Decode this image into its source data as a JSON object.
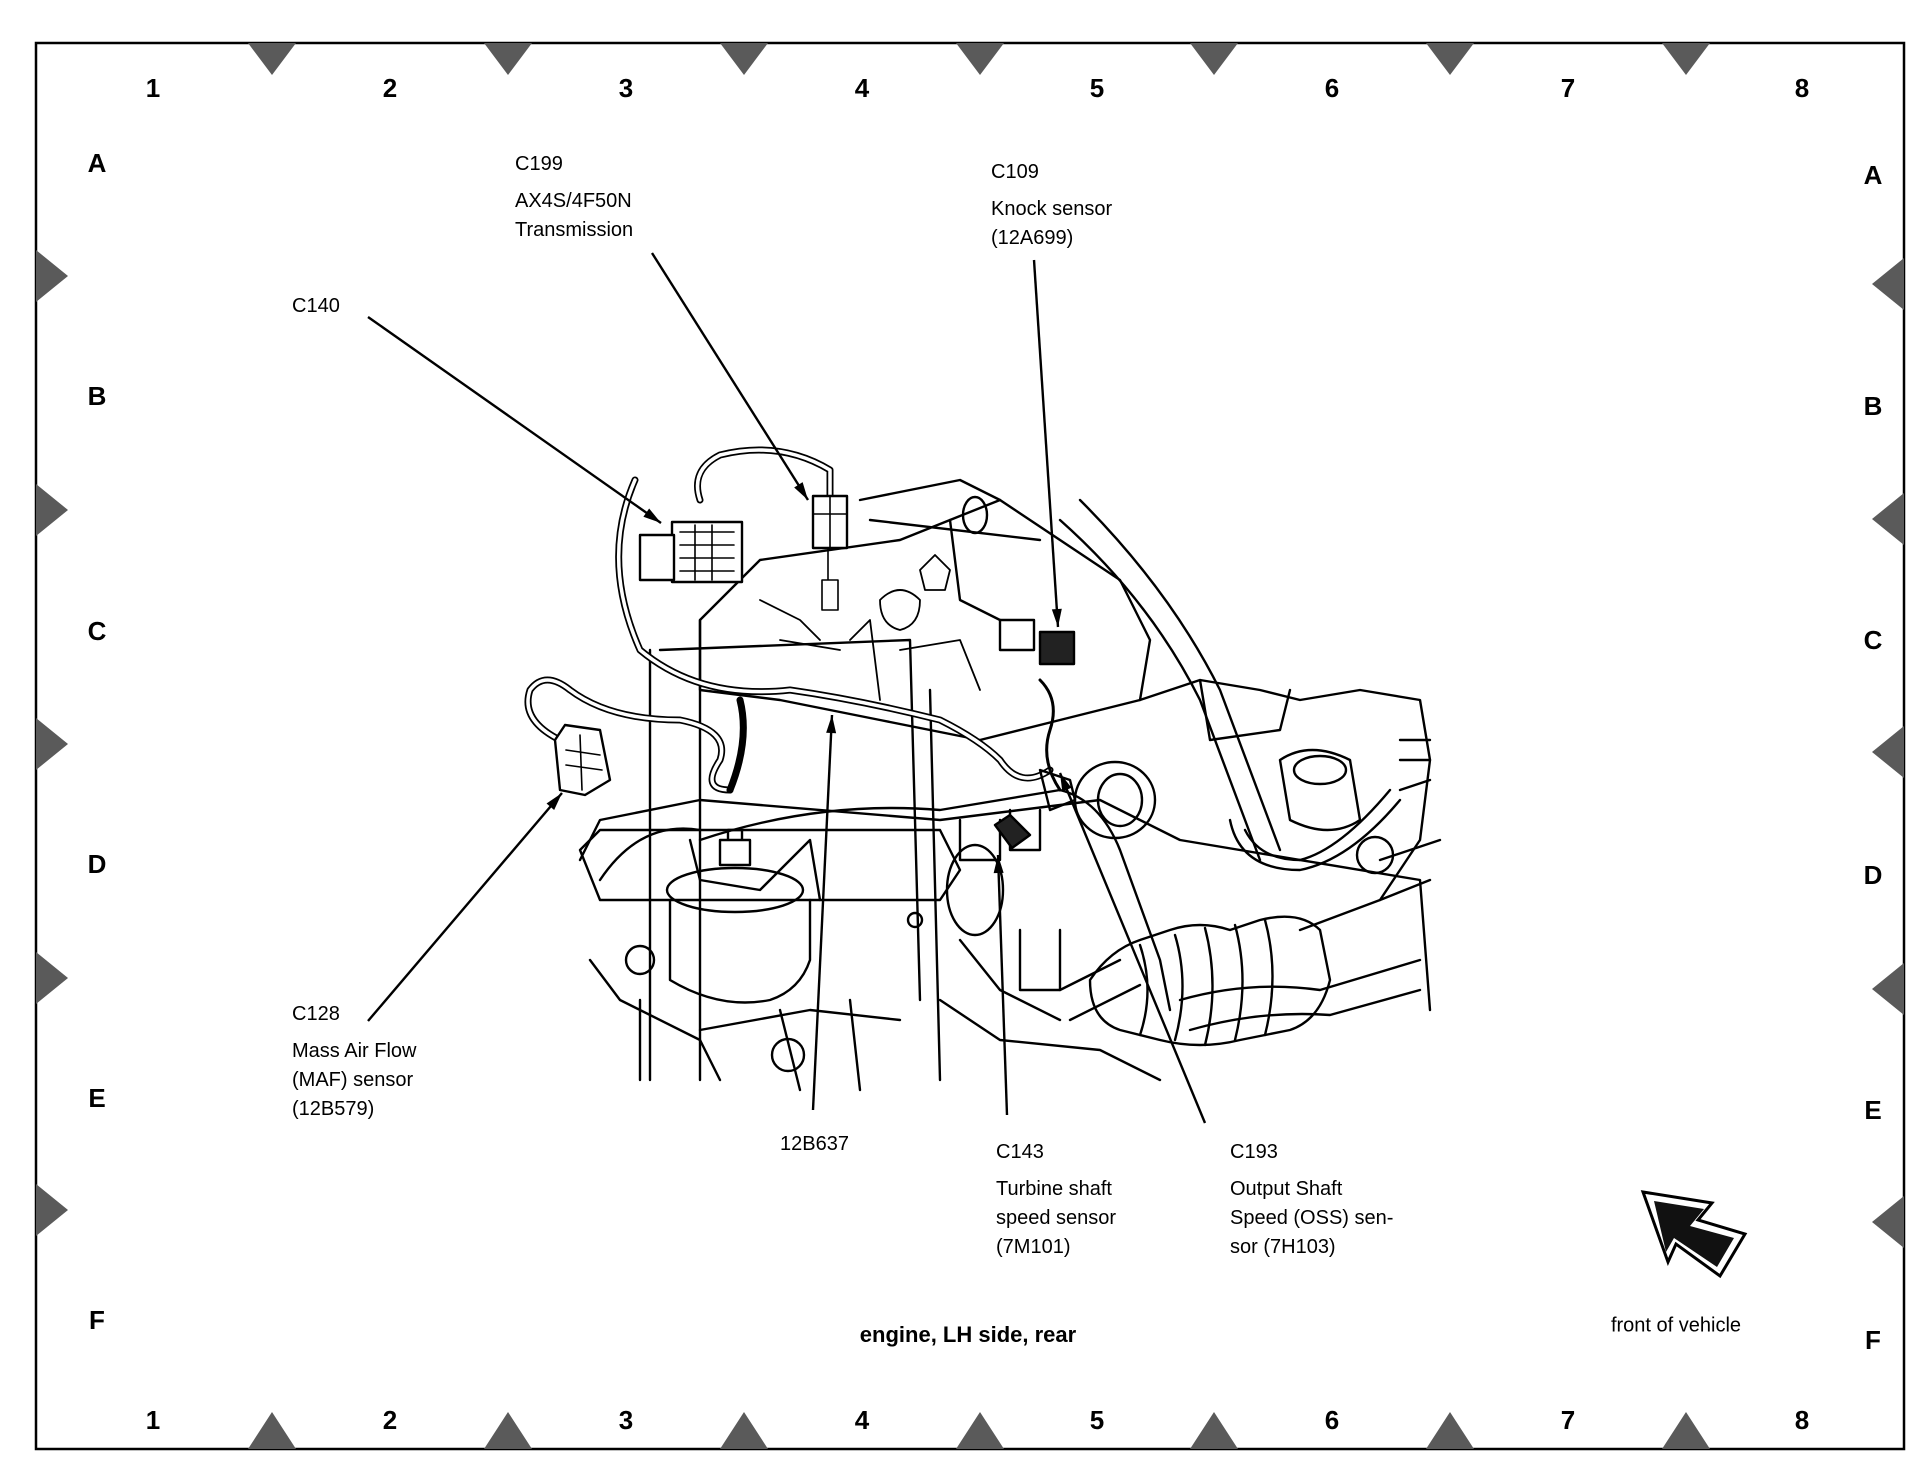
{
  "diagram": {
    "title": "engine, LH side, rear",
    "orientation_label": "front of vehicle",
    "grid": {
      "columns": [
        "1",
        "2",
        "3",
        "4",
        "5",
        "6",
        "7",
        "8"
      ],
      "rows": [
        "A",
        "B",
        "C",
        "D",
        "E",
        "F"
      ]
    },
    "callouts": [
      {
        "id": "c199",
        "code": "C199",
        "lines": [
          "AX4S/4F50N",
          "Transmission"
        ]
      },
      {
        "id": "c109",
        "code": "C109",
        "lines": [
          "Knock sensor",
          "(12A699)"
        ]
      },
      {
        "id": "c140",
        "code": "C140",
        "lines": []
      },
      {
        "id": "c128",
        "code": "C128",
        "lines": [
          "Mass Air Flow",
          "(MAF) sensor",
          "(12B579)"
        ]
      },
      {
        "id": "12b637",
        "code": "12B637",
        "lines": []
      },
      {
        "id": "c143",
        "code": "C143",
        "lines": [
          "Turbine shaft",
          "speed sensor",
          "(7M101)"
        ]
      },
      {
        "id": "c193",
        "code": "C193",
        "lines": [
          "Output Shaft",
          "Speed (OSS) sen-",
          "sor (7H103)"
        ]
      }
    ],
    "colors": {
      "line": "#000000",
      "marker": "#5a5a5a",
      "background": "#ffffff"
    }
  }
}
